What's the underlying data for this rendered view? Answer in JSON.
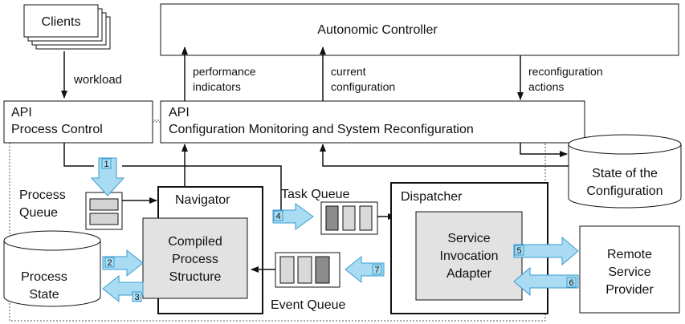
{
  "boxes": {
    "clients": "Clients",
    "autonomic_controller": "Autonomic Controller",
    "api_process_control": [
      "API",
      "Process Control"
    ],
    "api_config": [
      "API",
      "Configuration Monitoring and System Reconfiguration"
    ],
    "navigator": "Navigator",
    "compiled_process_structure": [
      "Compiled",
      "Process",
      "Structure"
    ],
    "dispatcher": "Dispatcher",
    "service_invocation_adapter": [
      "Service",
      "Invocation",
      "Adapter"
    ],
    "remote_service_provider": [
      "Remote",
      "Service",
      "Provider"
    ],
    "state_of_configuration": [
      "State of the",
      "Configuration"
    ],
    "process_state": [
      "Process",
      "State"
    ]
  },
  "labels": {
    "workload": "workload",
    "performance_indicators": [
      "performance",
      "indicators"
    ],
    "current_configuration": [
      "current",
      "configuration"
    ],
    "reconfiguration_actions": [
      "reconfiguration",
      "actions"
    ],
    "process_queue": [
      "Process",
      "Queue"
    ],
    "task_queue": "Task Queue",
    "event_queue": "Event Queue"
  },
  "steps": [
    "1",
    "2",
    "3",
    "4",
    "5",
    "6",
    "7"
  ],
  "colors": {
    "step_arrow_fill": "#a9dcf3",
    "step_arrow_stroke": "#3a9bd0",
    "gray_fill": "#e2e2e2",
    "queue_cell_dark": "#8c8c8c",
    "queue_cell_light": "#d9d9d9"
  }
}
